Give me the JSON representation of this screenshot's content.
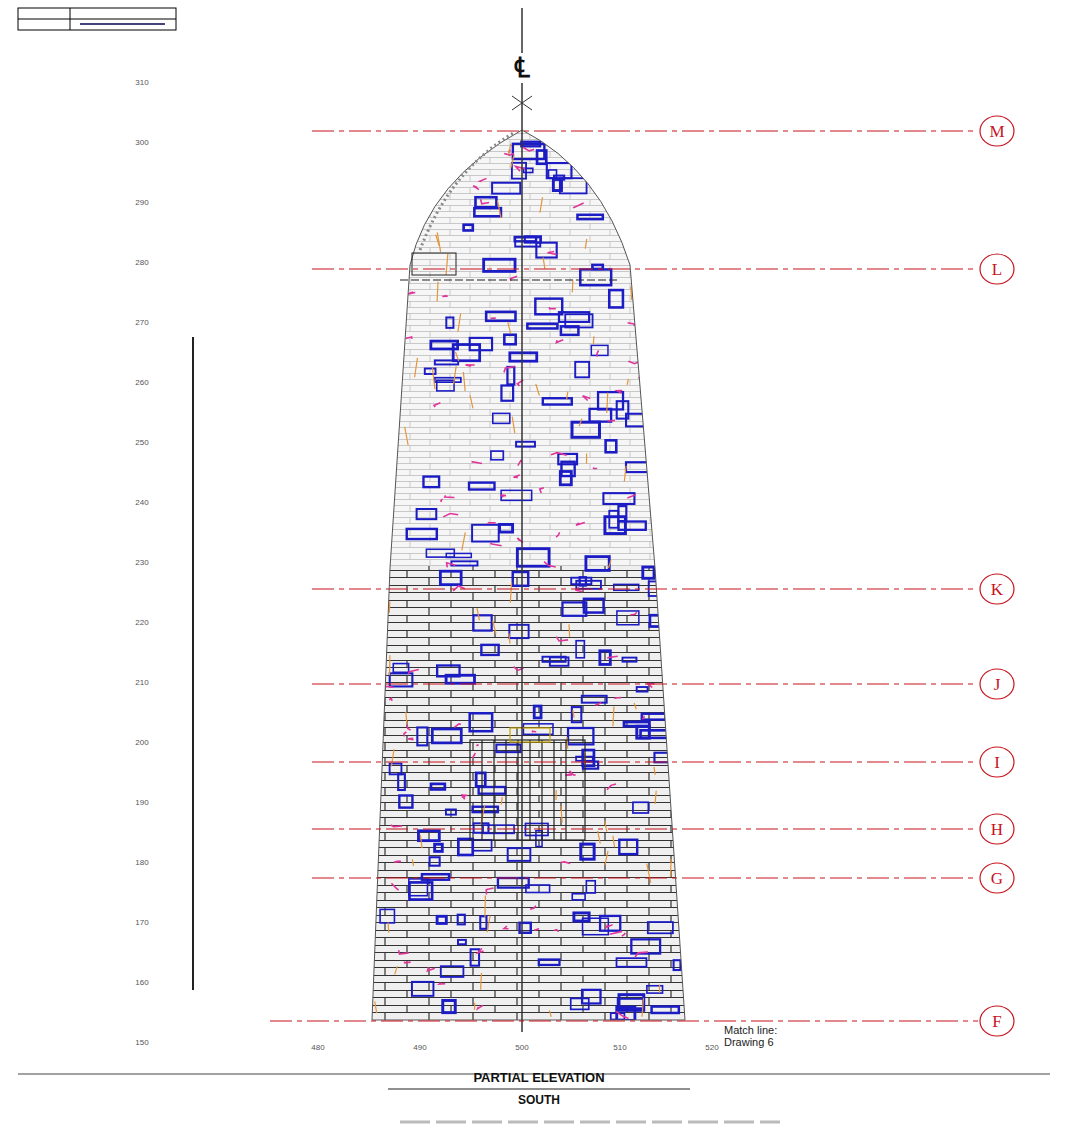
{
  "diagram": {
    "title": "PARTIAL ELEVATION",
    "nodes": [
      {
        "text": [
          "M"
        ]
      },
      {
        "text": [
          "L"
        ]
      },
      {
        "text": [
          "K"
        ]
      },
      {
        "text": [
          "J"
        ]
      },
      {
        "text": [
          "I"
        ]
      },
      {
        "text": [
          "H"
        ]
      },
      {
        "text": [
          "G"
        ]
      },
      {
        "text": [
          "F"
        ]
      }
    ],
    "labels": [
      "℄",
      "310",
      "300",
      "290",
      "280",
      "270",
      "260",
      "250",
      "240",
      "230",
      "220",
      "210",
      "200",
      "190",
      "180",
      "170",
      "160",
      "150",
      "480",
      "490",
      "500",
      "510",
      "520",
      "Match line: Drawing 6",
      "SOUTH"
    ]
  }
}
